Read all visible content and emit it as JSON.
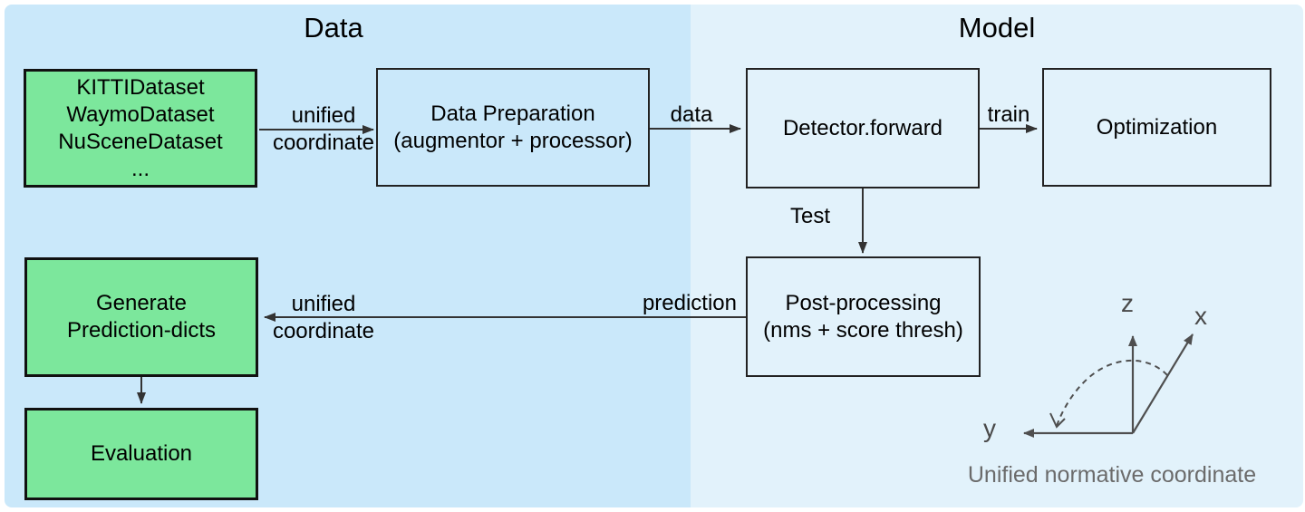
{
  "sections": {
    "data": {
      "title": "Data"
    },
    "model": {
      "title": "Model"
    }
  },
  "boxes": {
    "datasets": {
      "lines": [
        "KITTIDataset",
        "WaymoDataset",
        "NuSceneDataset",
        "..."
      ]
    },
    "data_preparation": {
      "lines": [
        "Data Preparation",
        "(augmentor + processor)"
      ]
    },
    "detector": {
      "label": "Detector.forward"
    },
    "optimization": {
      "label": "Optimization"
    },
    "post_processing": {
      "lines": [
        "Post-processing",
        "(nms + score thresh)"
      ]
    },
    "generate_prediction_dicts": {
      "lines": [
        "Generate",
        "Prediction-dicts"
      ]
    },
    "evaluation": {
      "label": "Evaluation"
    }
  },
  "edge_labels": {
    "unified_coordinate_top": {
      "line1": "unified",
      "line2": "coordinate"
    },
    "data": "data",
    "train": "train",
    "test": "Test",
    "prediction": "prediction",
    "unified_coordinate_bottom": {
      "line1": "unified",
      "line2": "coordinate"
    }
  },
  "coordinate_axes": {
    "z": "z",
    "x": "x",
    "y": "y",
    "caption": "Unified normative coordinate"
  },
  "colors": {
    "data_region_bg": "#cae8fa",
    "model_region_bg": "#e2f2fb",
    "dataset_box_fill": "#7ce79c",
    "box_border": "#222222",
    "green_box_border": "#111111",
    "arrow": "#333333",
    "axes": "#4f4f4f",
    "axis_label_text": "#4a4a4a",
    "caption_text": "#6b6b6b"
  }
}
